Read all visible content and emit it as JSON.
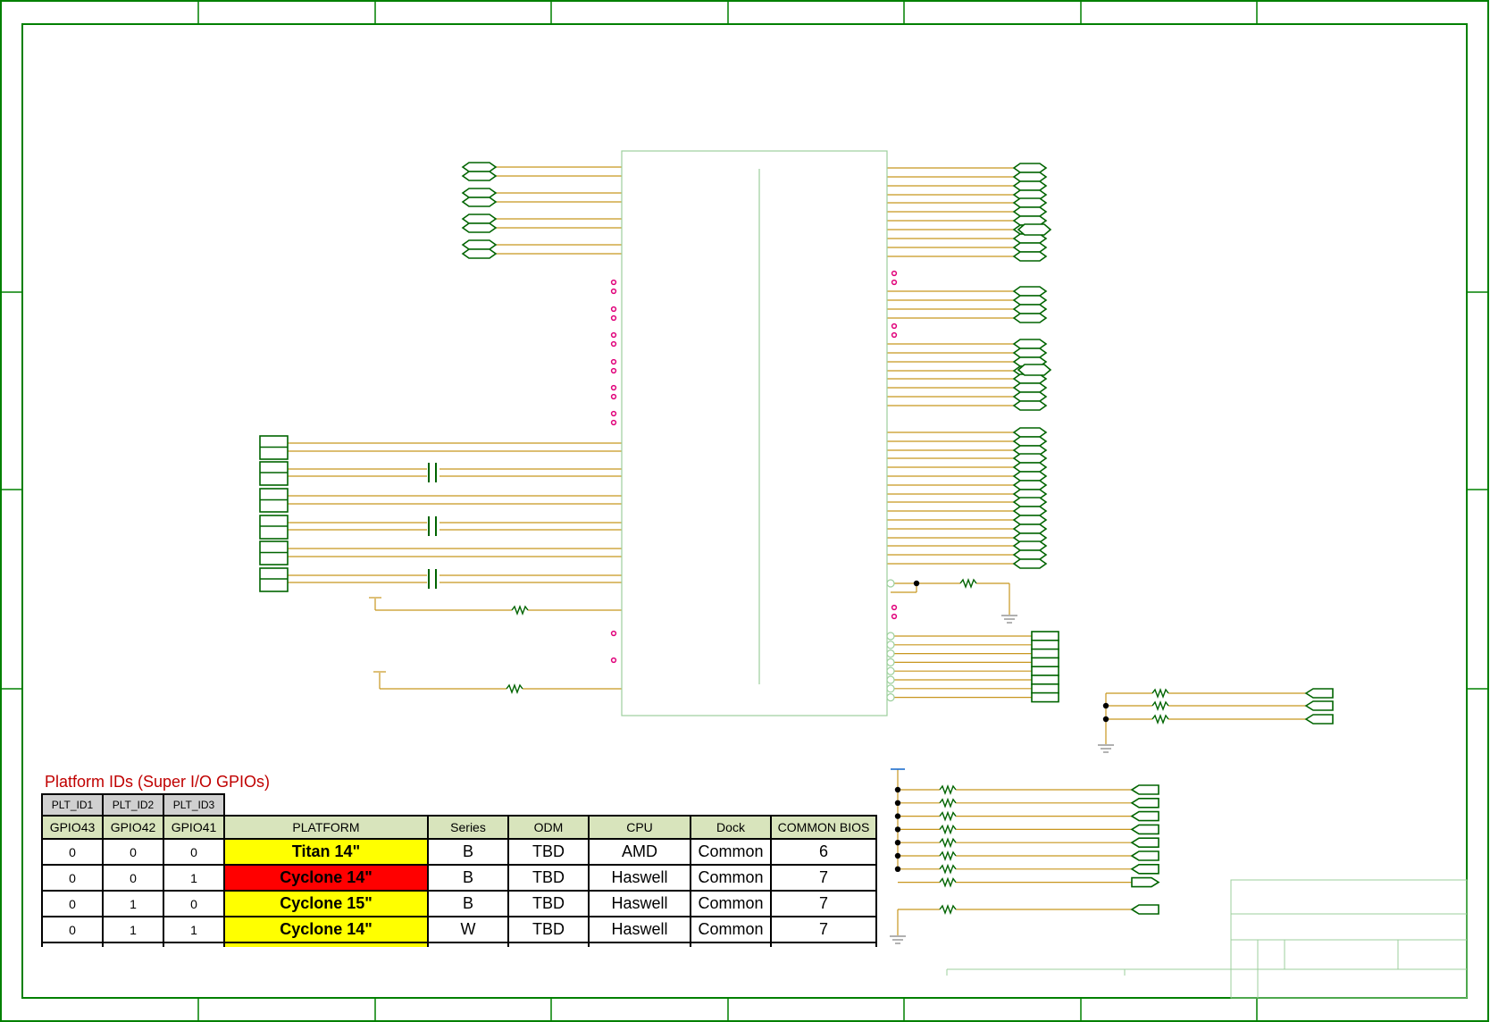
{
  "platform_table": {
    "title": "Platform IDs (Super I/O GPIOs)",
    "id_labels": [
      "PLT_ID1",
      "PLT_ID2",
      "PLT_ID3"
    ],
    "headers": [
      "GPIO43",
      "GPIO42",
      "GPIO41",
      "PLATFORM",
      "Series",
      "ODM",
      "CPU",
      "Dock",
      "COMMON BIOS"
    ],
    "rows": [
      {
        "bits": [
          "0",
          "0",
          "0"
        ],
        "platform": "Titan 14\"",
        "series": "B",
        "odm": "TBD",
        "cpu": "AMD",
        "dock": "Common",
        "bios": "6",
        "highlight": "#ffff00"
      },
      {
        "bits": [
          "0",
          "0",
          "1"
        ],
        "platform": "Cyclone 14\"",
        "series": "B",
        "odm": "TBD",
        "cpu": "Haswell",
        "dock": "Common",
        "bios": "7",
        "highlight": "#ff0000"
      },
      {
        "bits": [
          "0",
          "1",
          "0"
        ],
        "platform": "Cyclone 15\"",
        "series": "B",
        "odm": "TBD",
        "cpu": "Haswell",
        "dock": "Common",
        "bios": "7",
        "highlight": "#ffff00"
      },
      {
        "bits": [
          "0",
          "1",
          "1"
        ],
        "platform": "Cyclone  14\"",
        "series": "W",
        "odm": "TBD",
        "cpu": "Haswell",
        "dock": "Common",
        "bios": "7",
        "highlight": "#ffff00"
      }
    ]
  },
  "colors": {
    "frame": "#008000",
    "wire": "#c8961e",
    "no_connect": "#e0007a",
    "component": "#006400",
    "chip_outline": "#9ccf9c",
    "ground": "#808080"
  }
}
